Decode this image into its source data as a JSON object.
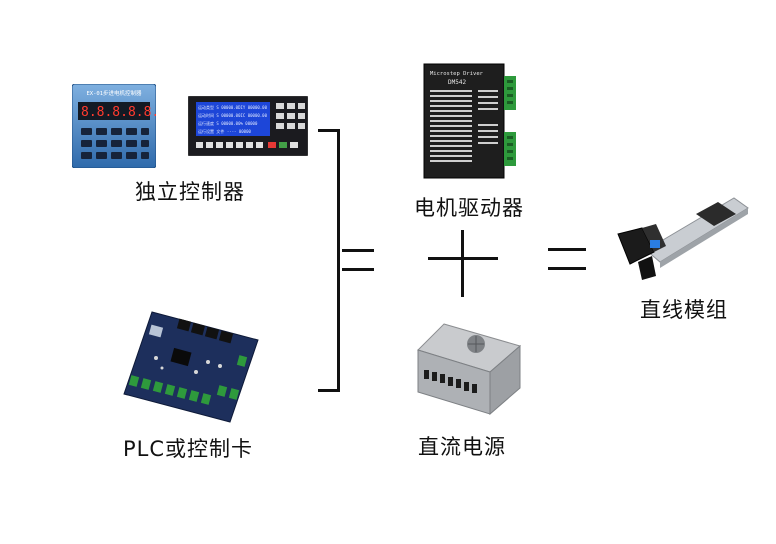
{
  "labels": {
    "standalone_controller": "独立控制器",
    "plc_card": "PLC或控制卡",
    "motor_driver": "电机驱动器",
    "dc_power": "直流电源",
    "linear_module": "直线模组"
  },
  "devices": {
    "blue_controller_title": "EX-01步进电机控制器",
    "lcd_line1": "运动类型 S 00000.0DIY 00000.00",
    "lcd_line2": "运动时间 S 00000.00IC 00000.00",
    "lcd_line3": "运行速度 S 00000.00% 00000",
    "lcd_line4": "运行设置 文件 ---- 00000",
    "driver_brand": "Microstep Driver",
    "driver_model": "DM542"
  },
  "colors": {
    "line": "#111111",
    "controller_blue": "#3f79b8",
    "plc_pcb": "#1d2f5c",
    "terminal_green": "#2e9a3c"
  }
}
